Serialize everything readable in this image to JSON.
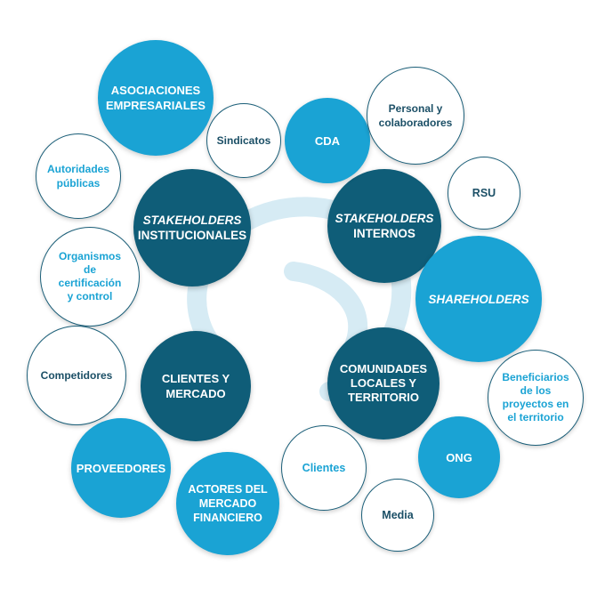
{
  "colors": {
    "dark": "#0f5d78",
    "blue": "#1aa3d4",
    "white_border": "#1b5f79",
    "watermark": "#d6ebf4"
  },
  "watermark": {
    "icon": "swirl-logo-icon"
  },
  "nodes": {
    "stakeholders_institucionales": {
      "line1": "STAKEHOLDERS",
      "line2": "INSTITUCIONALES"
    },
    "stakeholders_internos": {
      "line1": "STAKEHOLDERS",
      "line2": "INTERNOS"
    },
    "clientes_mercado": "CLIENTES Y\nMERCADO",
    "comunidades": "COMUNIDADES\nLOCALES Y\nTERRITORIO",
    "asociaciones": "ASOCIACIONES\nEMPRESARIALES",
    "cda": "CDA",
    "shareholders": "SHAREHOLDERS",
    "ong": "ONG",
    "proveedores": "PROVEEDORES",
    "actores": "ACTORES DEL\nMERCADO\nFINANCIERO",
    "sindicatos": "Sindicatos",
    "personal": "Personal y\ncolaboradores",
    "autoridades": "Autoridades\npúblicas",
    "rsu": "RSU",
    "organismos": "Organismos\nde\ncertificación\ny control",
    "competidores": "Competidores",
    "beneficiarios": "Beneficiarios\nde los\nproyectos en\nel territorio",
    "clientes": "Clientes",
    "media": "Media"
  }
}
